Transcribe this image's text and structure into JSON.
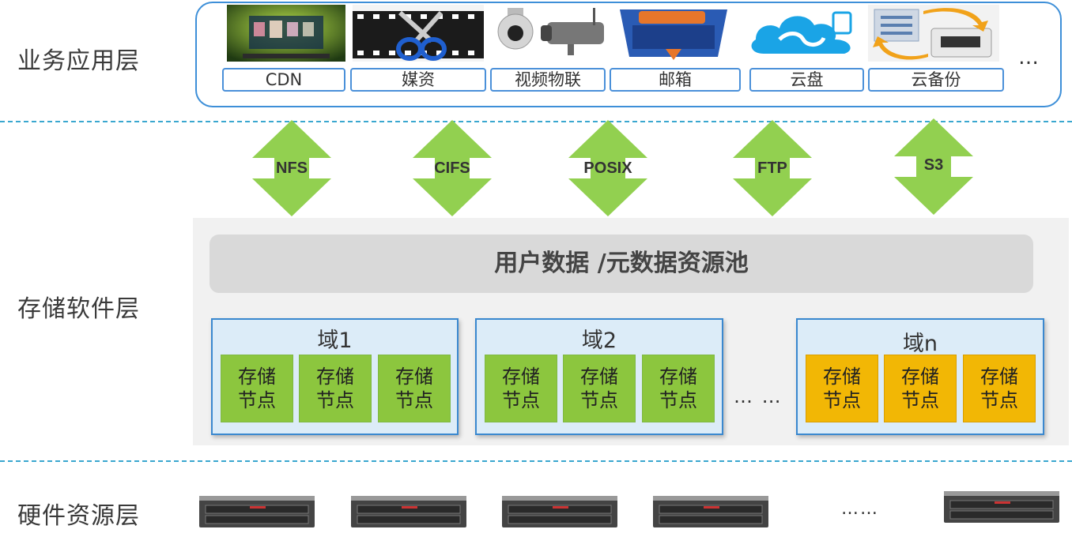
{
  "layers": {
    "application": "业务应用层",
    "software": "存储软件层",
    "hardware": "硬件资源层"
  },
  "apps": [
    {
      "label": "CDN",
      "image": "tv-screen-image"
    },
    {
      "label": "媒资",
      "image": "film-scissors-image"
    },
    {
      "label": "视频物联",
      "image": "surveillance-camera-image"
    },
    {
      "label": "邮箱",
      "image": "mailbox-139-logo"
    },
    {
      "label": "云盘",
      "image": "mcloud-logo"
    },
    {
      "label": "云备份",
      "image": "cloud-backup-image"
    }
  ],
  "apps_more": "…",
  "protocols": [
    "NFS",
    "CIFS",
    "POSIX",
    "FTP",
    "S3"
  ],
  "pool_title": "用户数据 /元数据资源池",
  "domains": [
    {
      "title": "域1",
      "nodes": [
        "存储节点",
        "存储节点",
        "存储节点"
      ],
      "color": "#8cc63e"
    },
    {
      "title": "域2",
      "nodes": [
        "存储节点",
        "存储节点",
        "存储节点"
      ],
      "color": "#8cc63e"
    },
    {
      "title": "域n",
      "nodes": [
        "存储节点",
        "存储节点",
        "存储节点"
      ],
      "color": "#f2b705"
    }
  ],
  "domains_more": "… …",
  "hardware_more": "……",
  "colors": {
    "accent_blue": "#3d8fd8",
    "arrow_green": "#92d050",
    "node_green": "#8cc63e",
    "node_orange": "#f2b705",
    "dash": "#3aa7cf"
  }
}
